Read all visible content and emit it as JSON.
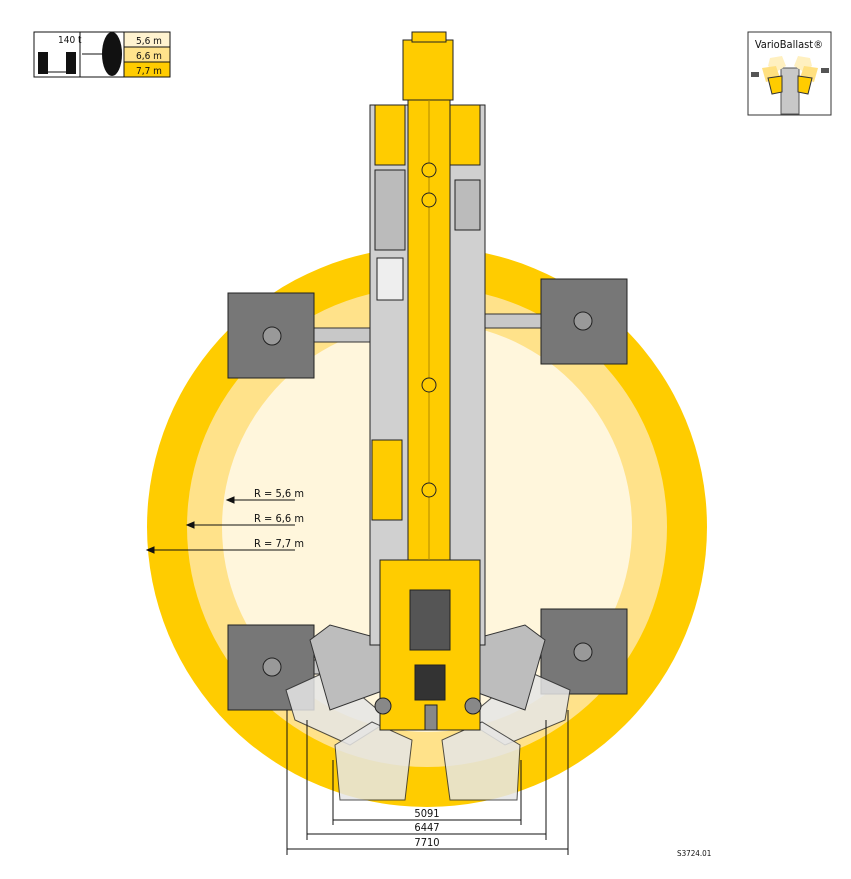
{
  "legend": {
    "weight": "140 t",
    "rows": [
      {
        "label": "5,6 m",
        "color": "#FFF3D0"
      },
      {
        "label": "6,6 m",
        "color": "#FFE38C"
      },
      {
        "label": "7,7 m",
        "color": "#FFCC00"
      }
    ]
  },
  "vario": {
    "title": "VarioBallast®"
  },
  "radii": [
    {
      "label": "R = 5,6 m",
      "color": "#FFF6DC"
    },
    {
      "label": "R = 6,6 m",
      "color": "#FFE28A"
    },
    {
      "label": "R = 7,7 m",
      "color": "#FFCC00"
    }
  ],
  "dimensions": [
    "5091",
    "6447",
    "7710"
  ],
  "drawing_id": "S3724.01"
}
